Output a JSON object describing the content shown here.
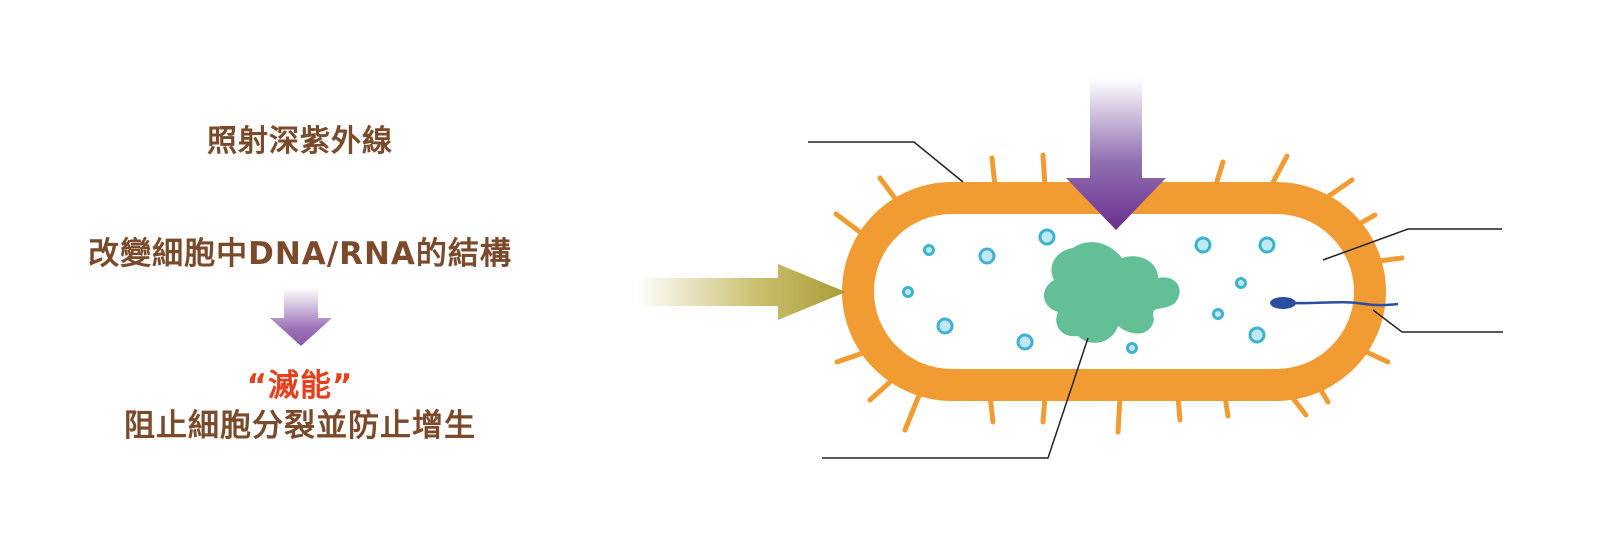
{
  "left_panel": {
    "uv_title": "照射深紫外線",
    "dna_change": "改變細胞中DNA/RNA的結構",
    "inactivate_label": "“滅能”",
    "stop_growth": "阻止細胞分裂並防止增生"
  },
  "colors": {
    "text_brown": "#7a4a2a",
    "highlight_red": "#e8401c",
    "cell_wall_orange": "#f09c32",
    "nucleoid_green": "#62bf96",
    "uv_purple": "#6b2f8f",
    "side_arrow_olive": "#b3a642",
    "flagellum_blue": "#2a4ea0",
    "bubble_blue": "#3fb2cf"
  },
  "icons": [
    "small-down-arrow-icon",
    "uv-light-down-arrow-icon",
    "uv-light-side-arrow-icon"
  ]
}
